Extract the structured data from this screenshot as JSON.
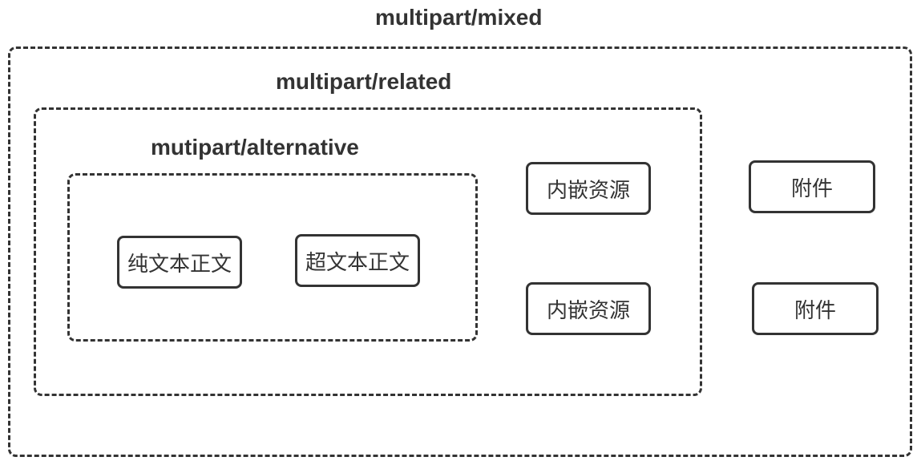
{
  "diagram": {
    "mixed": {
      "title": "multipart/mixed"
    },
    "related": {
      "title": "multipart/related"
    },
    "alternative": {
      "title": "mutipart/alternative"
    },
    "plain_text_body": "纯文本正文",
    "hypertext_body": "超文本正文",
    "embedded_resources": [
      "内嵌资源",
      "内嵌资源"
    ],
    "attachments": [
      "附件",
      "附件"
    ]
  }
}
